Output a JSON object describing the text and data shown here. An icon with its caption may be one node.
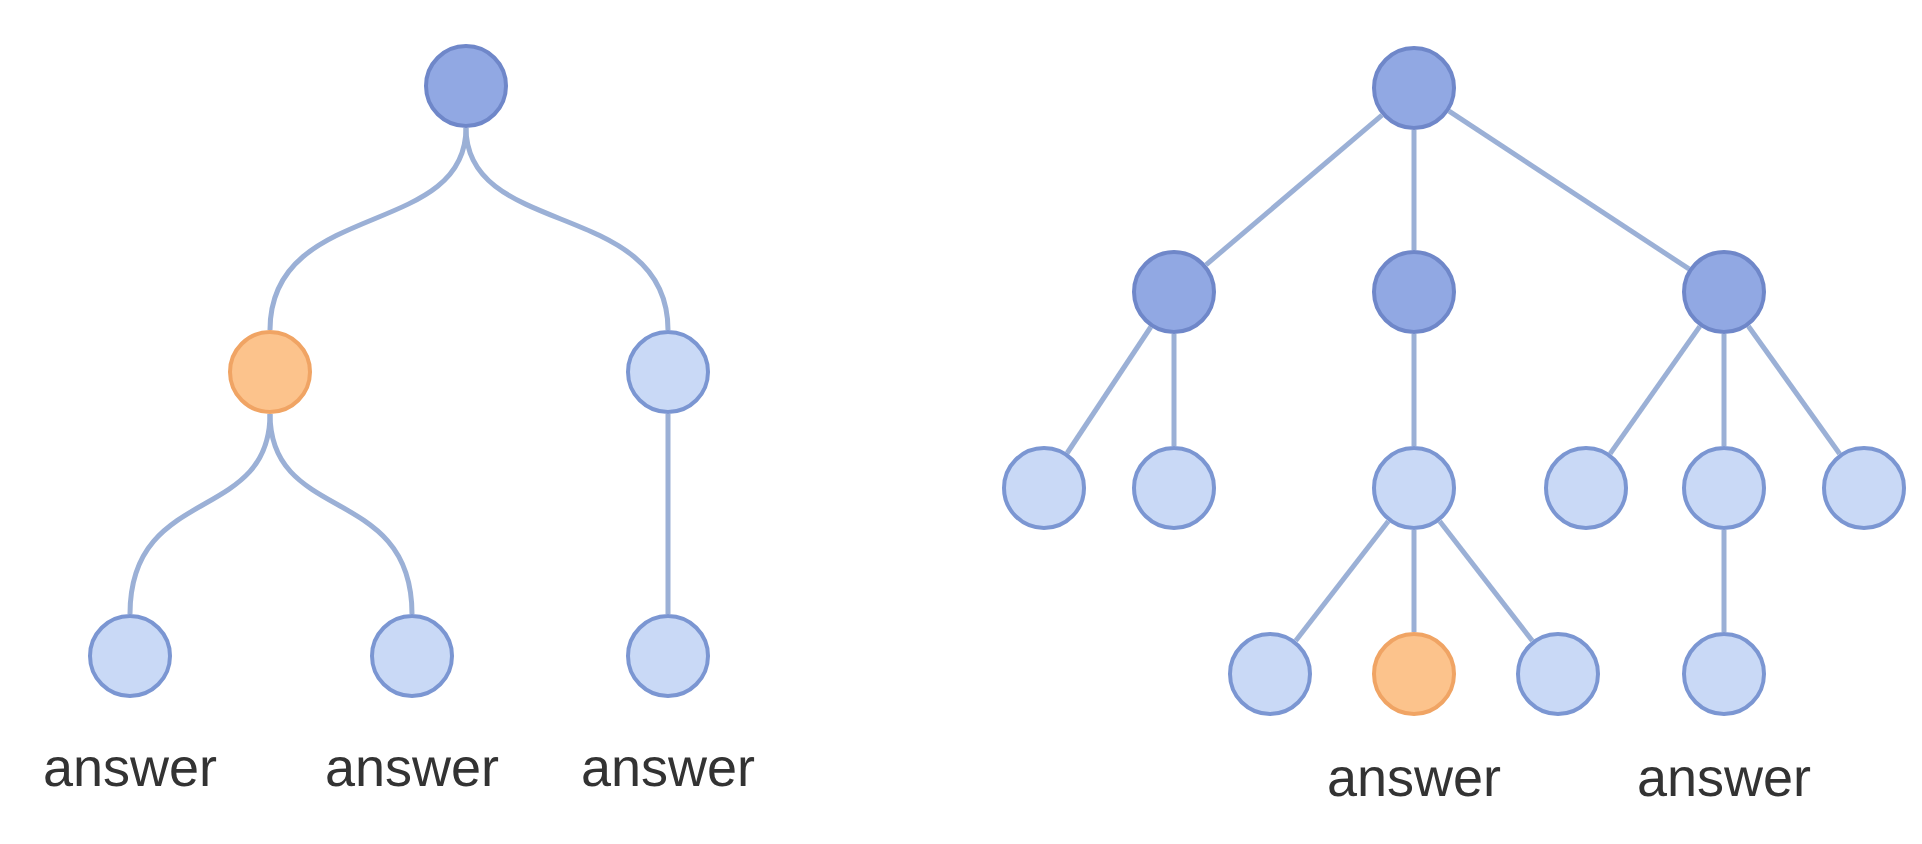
{
  "diagram": {
    "nodes": [
      {
        "text": [],
        "shape": "circle"
      },
      {
        "text": [],
        "shape": "circle"
      },
      {
        "text": [],
        "shape": "circle"
      },
      {
        "text": [],
        "shape": "circle",
        "beside": [
          "answer"
        ]
      },
      {
        "text": [],
        "shape": "circle",
        "beside": [
          "answer"
        ]
      },
      {
        "text": [],
        "shape": "circle",
        "beside": [
          "answer"
        ]
      },
      {
        "text": [],
        "shape": "circle"
      },
      {
        "text": [],
        "shape": "circle"
      },
      {
        "text": [],
        "shape": "circle"
      },
      {
        "text": [],
        "shape": "circle"
      },
      {
        "text": [],
        "shape": "circle"
      },
      {
        "text": [],
        "shape": "circle"
      },
      {
        "text": [],
        "shape": "circle"
      },
      {
        "text": [],
        "shape": "circle"
      },
      {
        "text": [],
        "shape": "circle"
      },
      {
        "text": [],
        "shape": "circle"
      },
      {
        "text": [],
        "shape": "circle"
      },
      {
        "text": [],
        "shape": "circle",
        "beside": [
          "answer"
        ]
      },
      {
        "text": [],
        "shape": "circle"
      },
      {
        "text": [],
        "shape": "circle",
        "beside": [
          "answer"
        ]
      }
    ],
    "edges": [
      {
        "from": 0,
        "to": 1,
        "arrow": "none"
      },
      {
        "from": 0,
        "to": 2,
        "arrow": "none"
      },
      {
        "from": 1,
        "to": 3,
        "arrow": "none"
      },
      {
        "from": 1,
        "to": 4,
        "arrow": "none"
      },
      {
        "from": 2,
        "to": 5,
        "arrow": "none"
      },
      {
        "from": 6,
        "to": 7,
        "arrow": "none"
      },
      {
        "from": 6,
        "to": 8,
        "arrow": "none"
      },
      {
        "from": 6,
        "to": 9,
        "arrow": "none"
      },
      {
        "from": 7,
        "to": 10,
        "arrow": "none"
      },
      {
        "from": 7,
        "to": 11,
        "arrow": "none"
      },
      {
        "from": 8,
        "to": 12,
        "arrow": "none"
      },
      {
        "from": 9,
        "to": 13,
        "arrow": "none"
      },
      {
        "from": 9,
        "to": 14,
        "arrow": "none"
      },
      {
        "from": 9,
        "to": 15,
        "arrow": "none"
      },
      {
        "from": 12,
        "to": 16,
        "arrow": "none"
      },
      {
        "from": 12,
        "to": 17,
        "arrow": "none"
      },
      {
        "from": 12,
        "to": 18,
        "arrow": "none"
      },
      {
        "from": 14,
        "to": 19,
        "arrow": "none"
      }
    ]
  }
}
